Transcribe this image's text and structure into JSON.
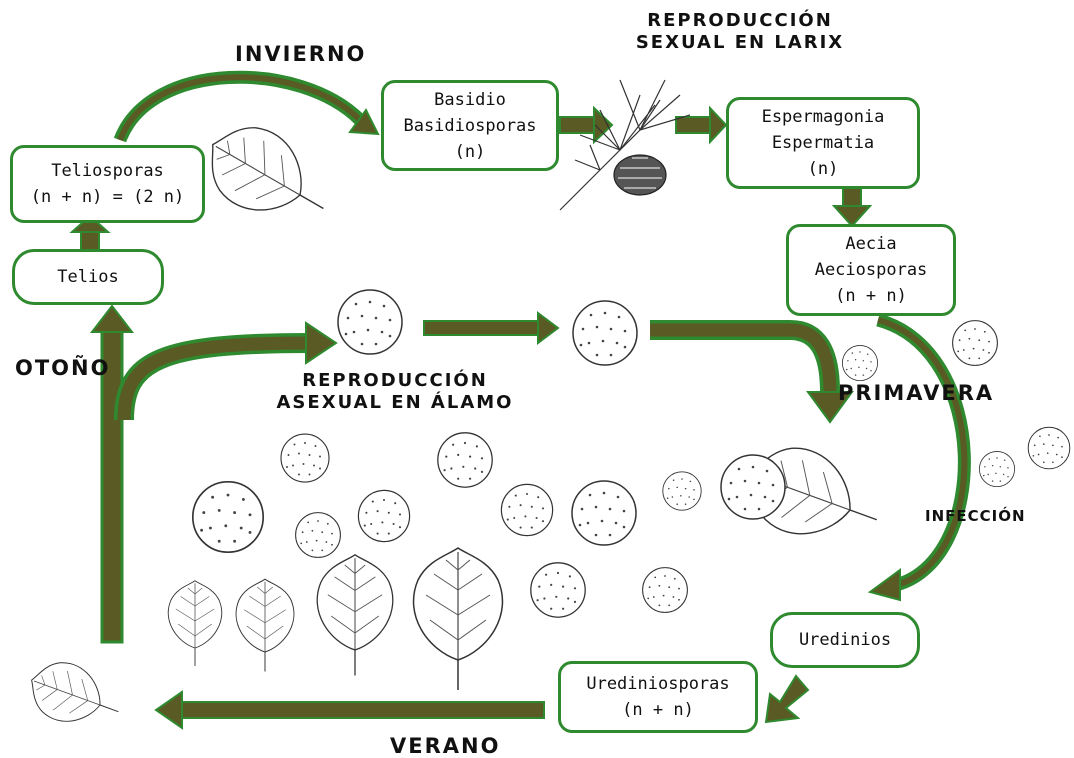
{
  "seasons": {
    "winter": "INVIERNO",
    "autumn": "OTOÑO",
    "spring": "PRIMAVERA",
    "summer": "VERANO"
  },
  "captions": {
    "sexual": [
      "REPRODUCCIÓN",
      "SEXUAL EN LARIX"
    ],
    "asexual": [
      "REPRODUCCIÓN",
      "ASEXUAL EN ÁLAMO"
    ],
    "infection": "INFECCIÓN"
  },
  "stages": {
    "teliosporas": [
      "Teliosporas",
      "(n + n) = (2 n)"
    ],
    "telios": [
      "Telios"
    ],
    "basidio": [
      "Basidio",
      "Basidiosporas",
      "(n)"
    ],
    "espermagonia": [
      "Espermagonia",
      "Espermatia",
      "(n)"
    ],
    "aecia": [
      "Aecia",
      "Aeciosporas",
      "(n + n)"
    ],
    "uredinios": [
      "Uredinios"
    ],
    "urediniosporas": [
      "Urediniosporas",
      "(n + n)"
    ]
  },
  "colors": {
    "arrow_fill": "#5a5a24",
    "arrow_edge": "#2f8a2f",
    "box_border": "#2f8a2f"
  }
}
